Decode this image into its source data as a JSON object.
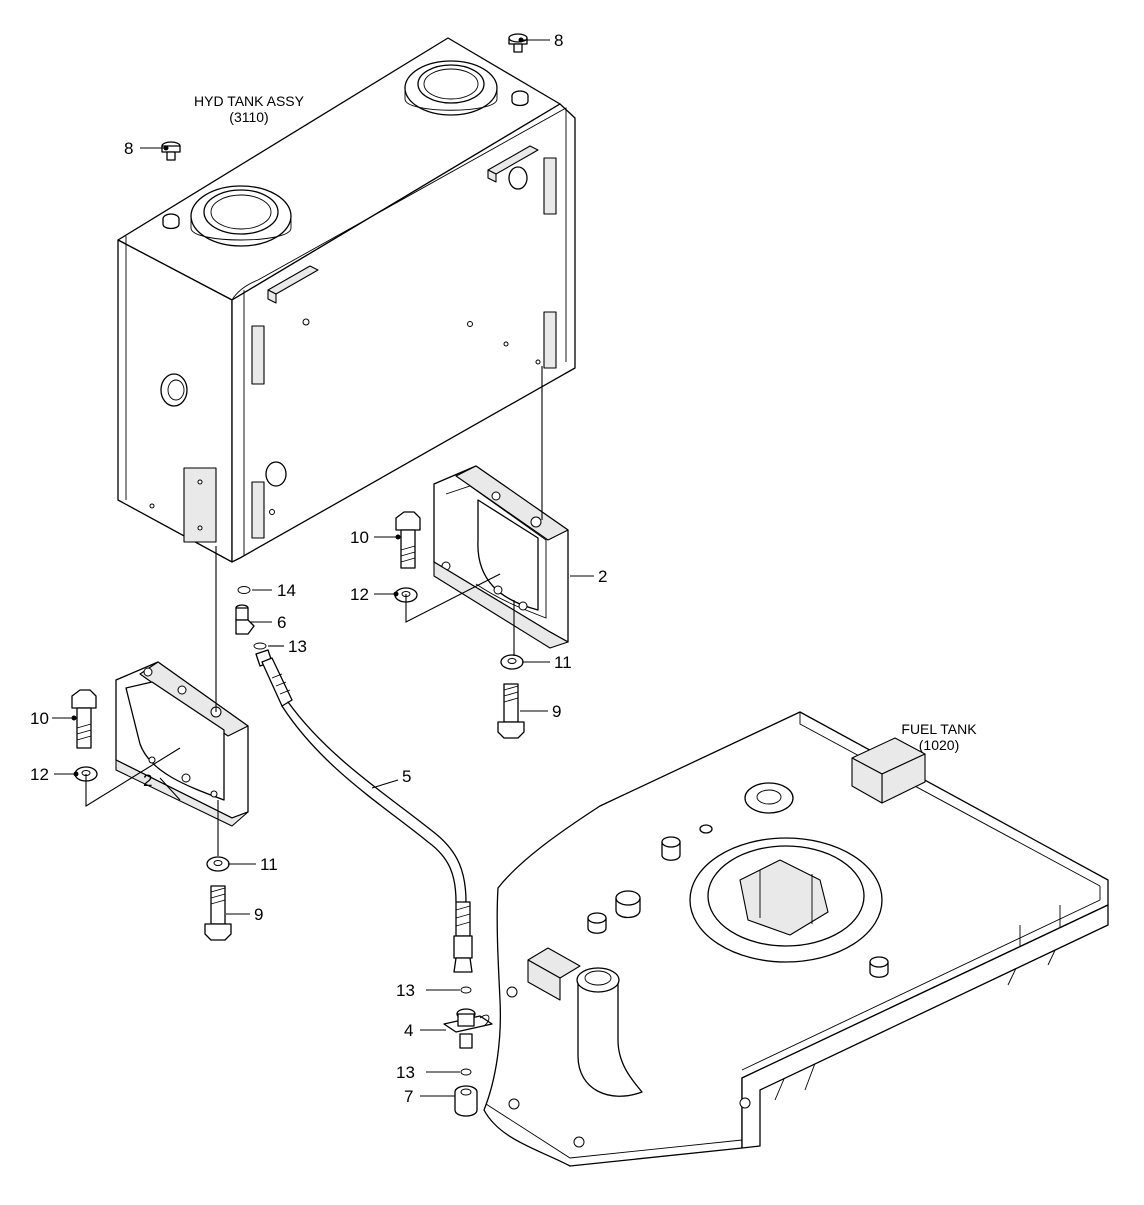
{
  "assemblies": {
    "hyd_tank": {
      "name": "HYD TANK ASSY",
      "code": "(3110)"
    },
    "fuel_tank": {
      "name": "FUEL TANK",
      "code": "(1020)"
    }
  },
  "callouts": {
    "bolt_8_top": "8",
    "bolt_8_left": "8",
    "bolt_10_right": "10",
    "washer_12_right": "12",
    "bracket_2_right": "2",
    "oring_14": "14",
    "fitting_6": "6",
    "oring_13_top": "13",
    "washer_11_right": "11",
    "bolt_9_right": "9",
    "bolt_10_left": "10",
    "washer_12_left": "12",
    "bracket_2_left": "2",
    "hose_5": "5",
    "washer_11_left": "11",
    "bolt_9_left": "9",
    "oring_13_mid": "13",
    "adapter_4": "4",
    "oring_13_low": "13",
    "nut_7": "7"
  }
}
